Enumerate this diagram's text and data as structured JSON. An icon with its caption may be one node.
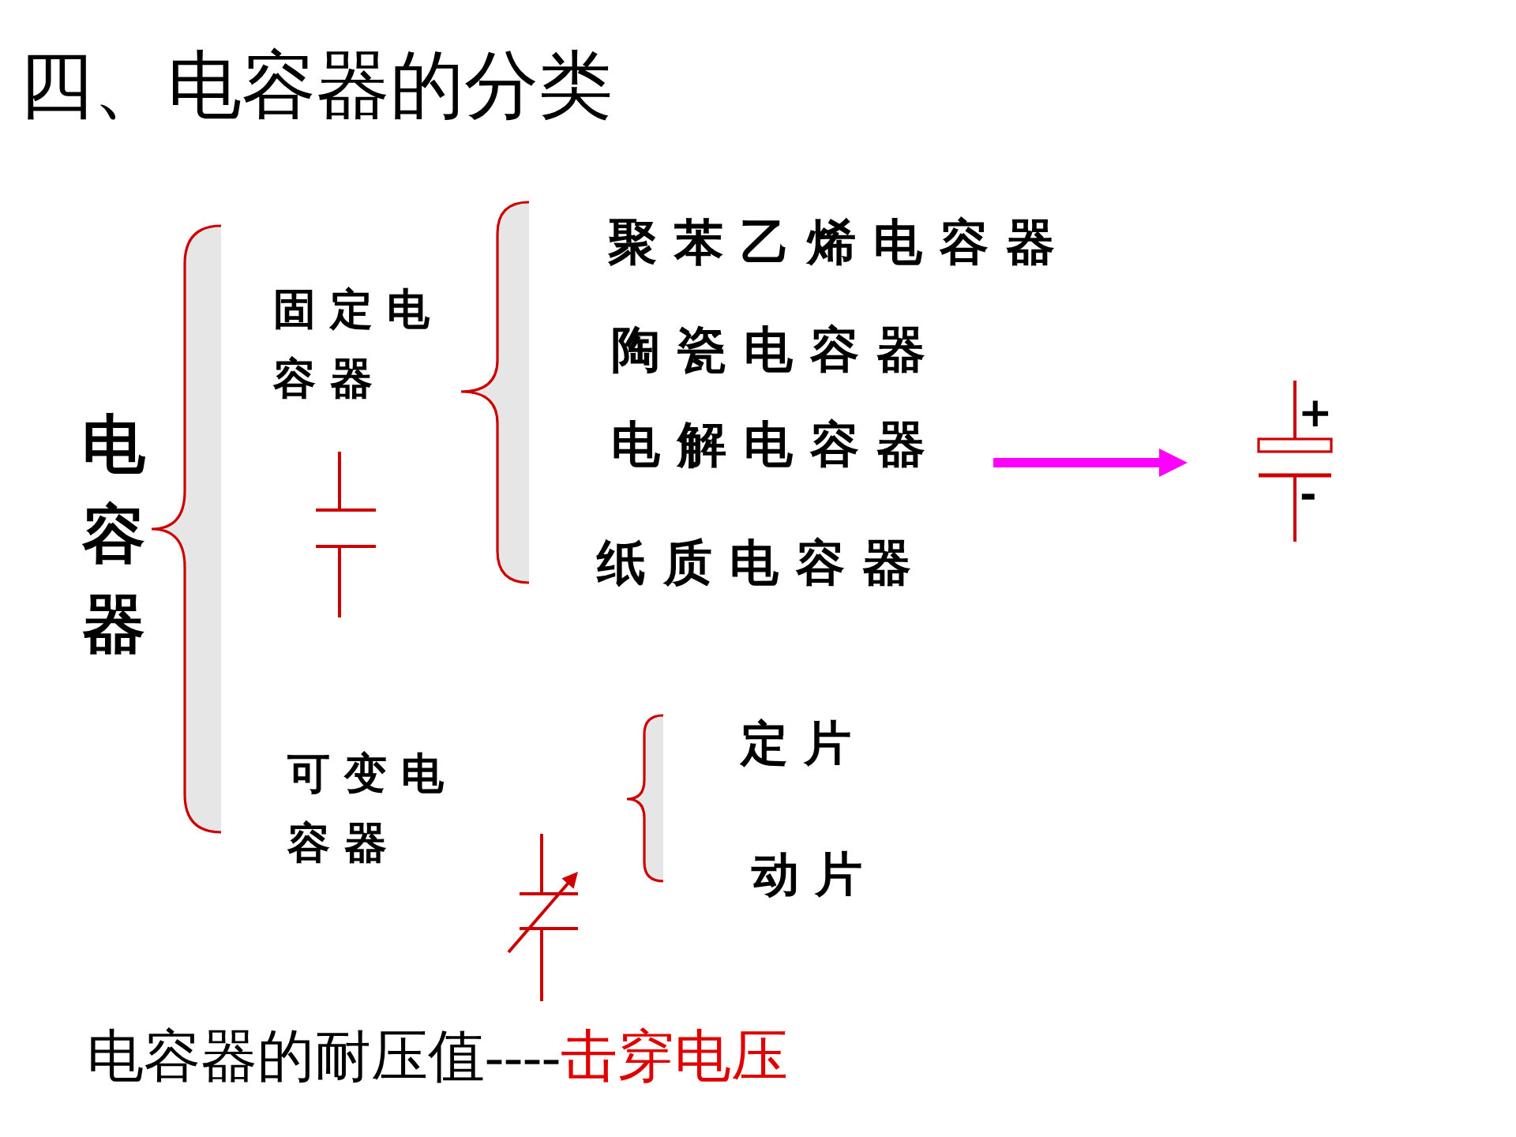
{
  "diagram": {
    "title": "四、电容器的分类",
    "nodes": [
      {
        "text": [
          "电解电容器"
        ]
      },
      {
        "text": [
          "+",
          "-"
        ]
      }
    ],
    "edges": [
      {
        "from": 0,
        "to": 1,
        "arrow": "to",
        "color": "#ff00ff"
      }
    ],
    "labels": [
      "电容器",
      "固定电容器",
      "聚苯乙烯电容器",
      "陶瓷电容器",
      "纸质电容器",
      "可变电容器",
      "定片",
      "动片",
      "电容器的耐压值----",
      "击穿电压"
    ]
  }
}
